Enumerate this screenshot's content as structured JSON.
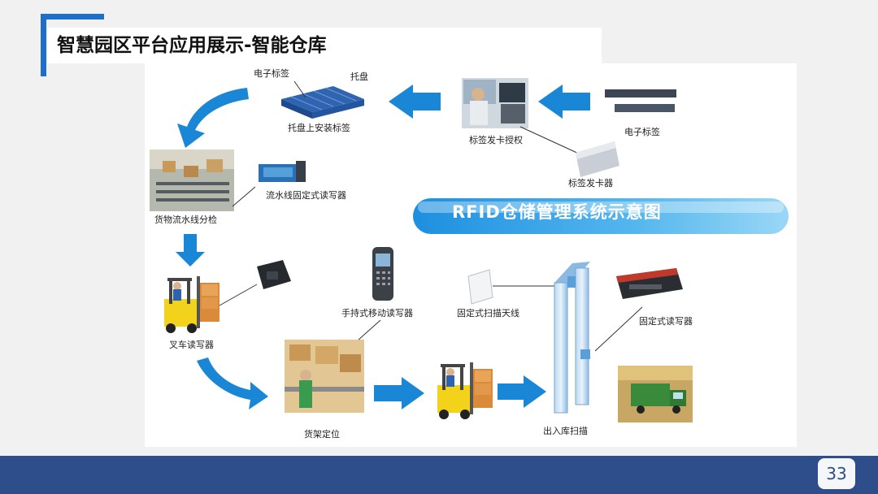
{
  "slide": {
    "title": "智慧园区平台应用展示-智能仓库",
    "page_number": "33"
  },
  "diagram": {
    "banner_text": "RFID仓储管理系统示意图",
    "labels": {
      "electronic_tag_top": "电子标签",
      "pallet": "托盘",
      "pallet_install_tag": "托盘上安装标签",
      "tag_issue_authorize": "标签发卡授权",
      "electronic_tag_right": "电子标签",
      "tag_issuer": "标签发卡器",
      "conveyor_reader": "流水线固定式读写器",
      "conveyor_sorting": "货物流水线分检",
      "forklift_reader": "叉车读写器",
      "handheld_reader": "手持式移动读写器",
      "fixed_antenna": "固定式扫描天线",
      "fixed_reader": "固定式读写器",
      "shelf_positioning": "货架定位",
      "in_out_scan": "出入库扫描"
    }
  },
  "colors": {
    "accent_blue": "#1e6fc7",
    "arrow_blue": "#1a86d6",
    "footer_navy": "#2d4e8a",
    "banner_light": "#6fc4f0"
  }
}
